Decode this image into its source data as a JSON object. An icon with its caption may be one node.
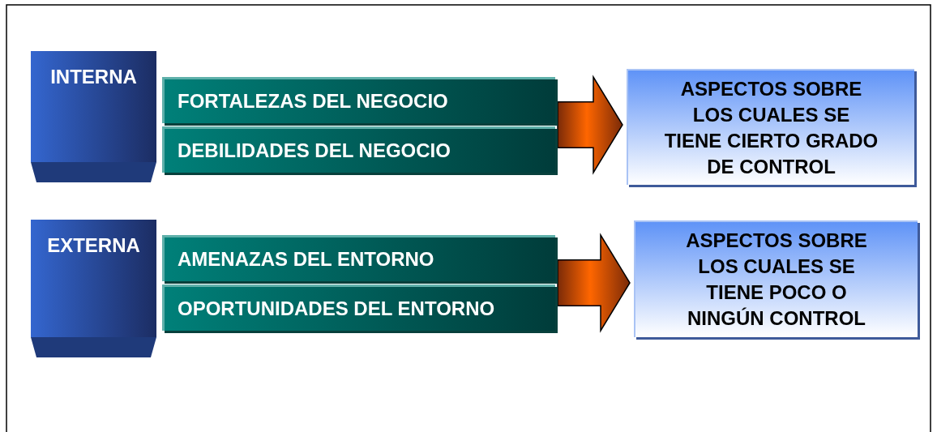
{
  "diagram": {
    "nodes": [
      {
        "text": [
          "INTERNA"
        ]
      },
      {
        "text": [
          "FORTALEZAS DEL NEGOCIO"
        ]
      },
      {
        "text": [
          "DEBILIDADES DEL NEGOCIO"
        ]
      },
      {
        "text": [
          "ASPECTOS SOBRE LOS CUALES SE TIENE CIERTO GRADO DE CONTROL"
        ]
      },
      {
        "text": [
          "EXTERNA"
        ]
      },
      {
        "text": [
          "AMENAZAS DEL ENTORNO"
        ]
      },
      {
        "text": [
          "OPORTUNIDADES DEL ENTORNO"
        ]
      },
      {
        "text": [
          "ASPECTOS SOBRE LOS CUALES SE TIENE POCO O NINGÚN CONTROL"
        ]
      }
    ],
    "edges": [
      {
        "from": 1,
        "to": 3,
        "arrow": "to"
      },
      {
        "from": 2,
        "to": 3,
        "arrow": "to"
      },
      {
        "from": 5,
        "to": 7,
        "arrow": "to"
      },
      {
        "from": 6,
        "to": 7,
        "arrow": "to"
      }
    ]
  }
}
